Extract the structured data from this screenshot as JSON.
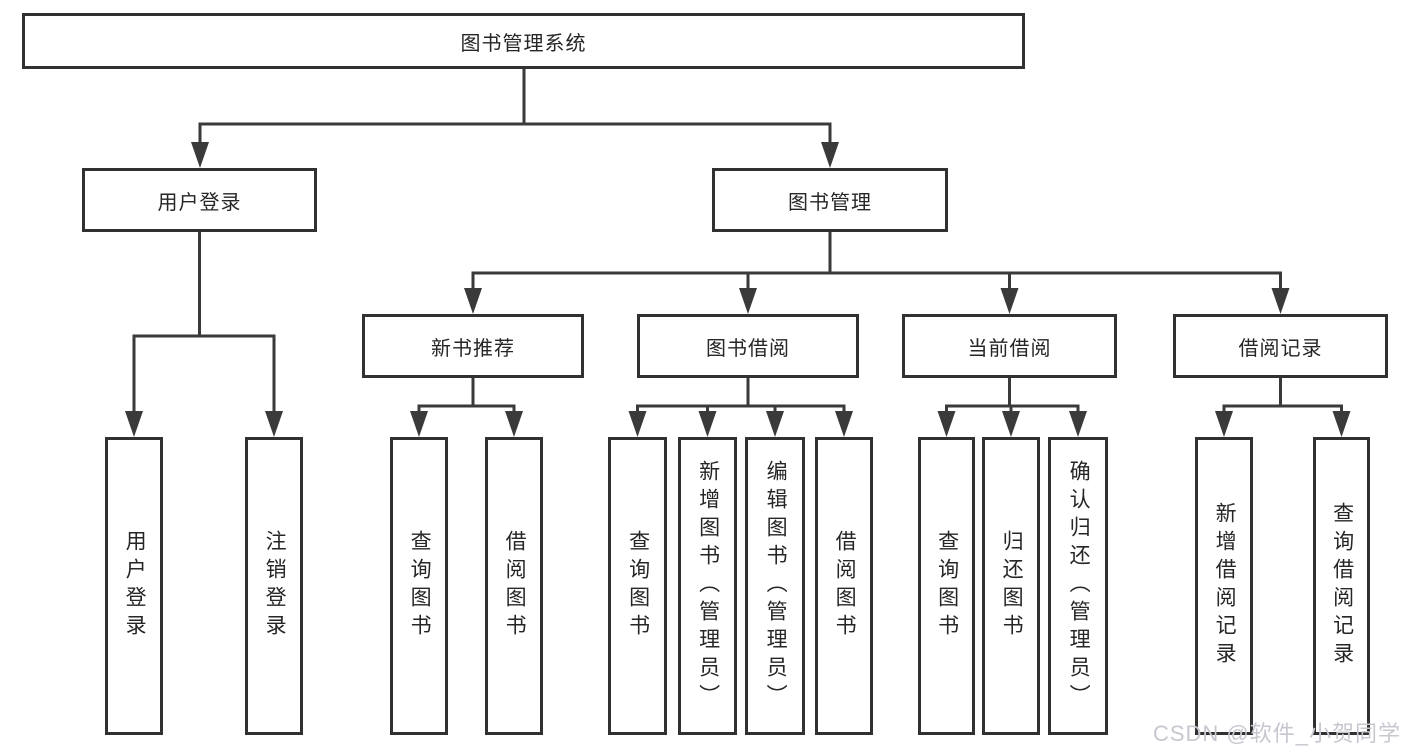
{
  "colors": {
    "background": "#ffffff",
    "line": "#3a3a3a",
    "box_border": "#313131",
    "box_fill": "#ffffff",
    "text": "#262626",
    "watermark": "#c7c7d0"
  },
  "watermark": {
    "text": "CSDN @软件_小贺同学"
  },
  "diagram": {
    "type": "function-structure-tree",
    "root": {
      "label": "图书管理系统"
    },
    "branches": [
      {
        "label": "用户登录",
        "children": [
          {
            "label": "用户登录"
          },
          {
            "label": "注销登录"
          }
        ]
      },
      {
        "label": "图书管理",
        "children": [
          {
            "label": "新书推荐",
            "children": [
              {
                "label": "查询图书"
              },
              {
                "label": "借阅图书"
              }
            ]
          },
          {
            "label": "图书借阅",
            "children": [
              {
                "label": "查询图书"
              },
              {
                "label": "新增图书（管理员）"
              },
              {
                "label": "编辑图书（管理员）"
              },
              {
                "label": "借阅图书"
              }
            ]
          },
          {
            "label": "当前借阅",
            "children": [
              {
                "label": "查询图书"
              },
              {
                "label": "归还图书"
              },
              {
                "label": "确认归还（管理员）"
              }
            ]
          },
          {
            "label": "借阅记录",
            "children": [
              {
                "label": "新增借阅记录"
              },
              {
                "label": "查询借阅记录"
              }
            ]
          }
        ]
      }
    ]
  }
}
